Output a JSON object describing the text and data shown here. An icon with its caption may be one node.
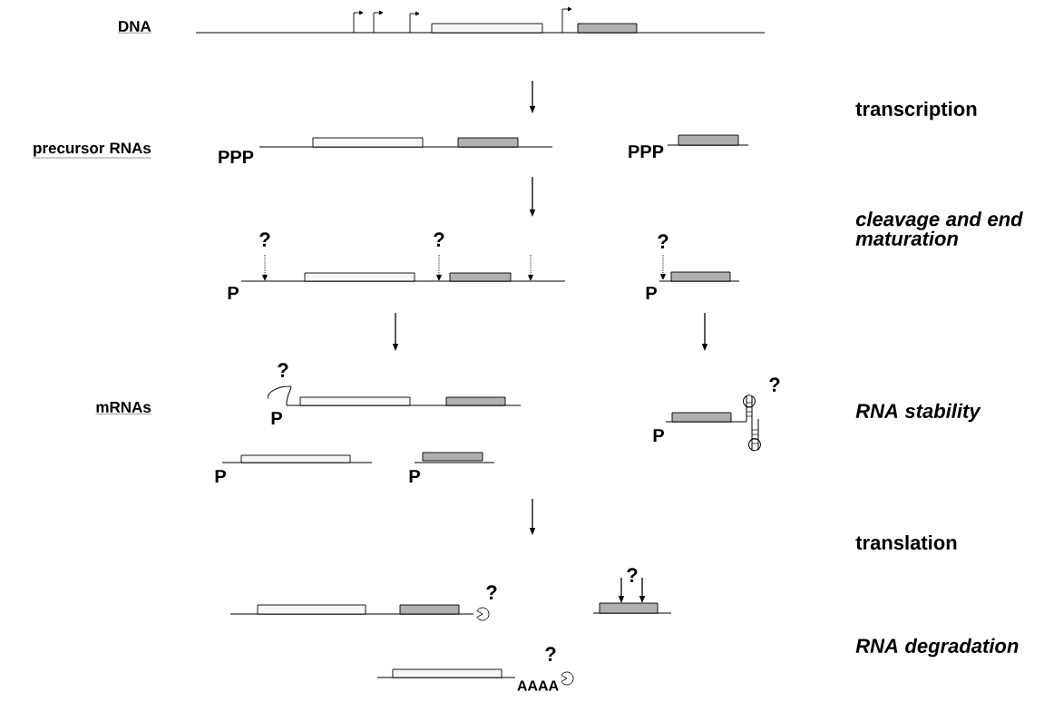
{
  "diagram": {
    "labels": [
      "DNA",
      "transcription",
      "precursor RNAs",
      "PPP",
      "PPP",
      "cleavage and end maturation",
      "?",
      "?",
      "?",
      "P",
      "P",
      "?",
      "?",
      "mRNAs",
      "RNA stability",
      "P",
      "P",
      "P",
      "P",
      "translation",
      "?",
      "?",
      "?",
      "RNA degradation",
      "AAAA"
    ]
  }
}
